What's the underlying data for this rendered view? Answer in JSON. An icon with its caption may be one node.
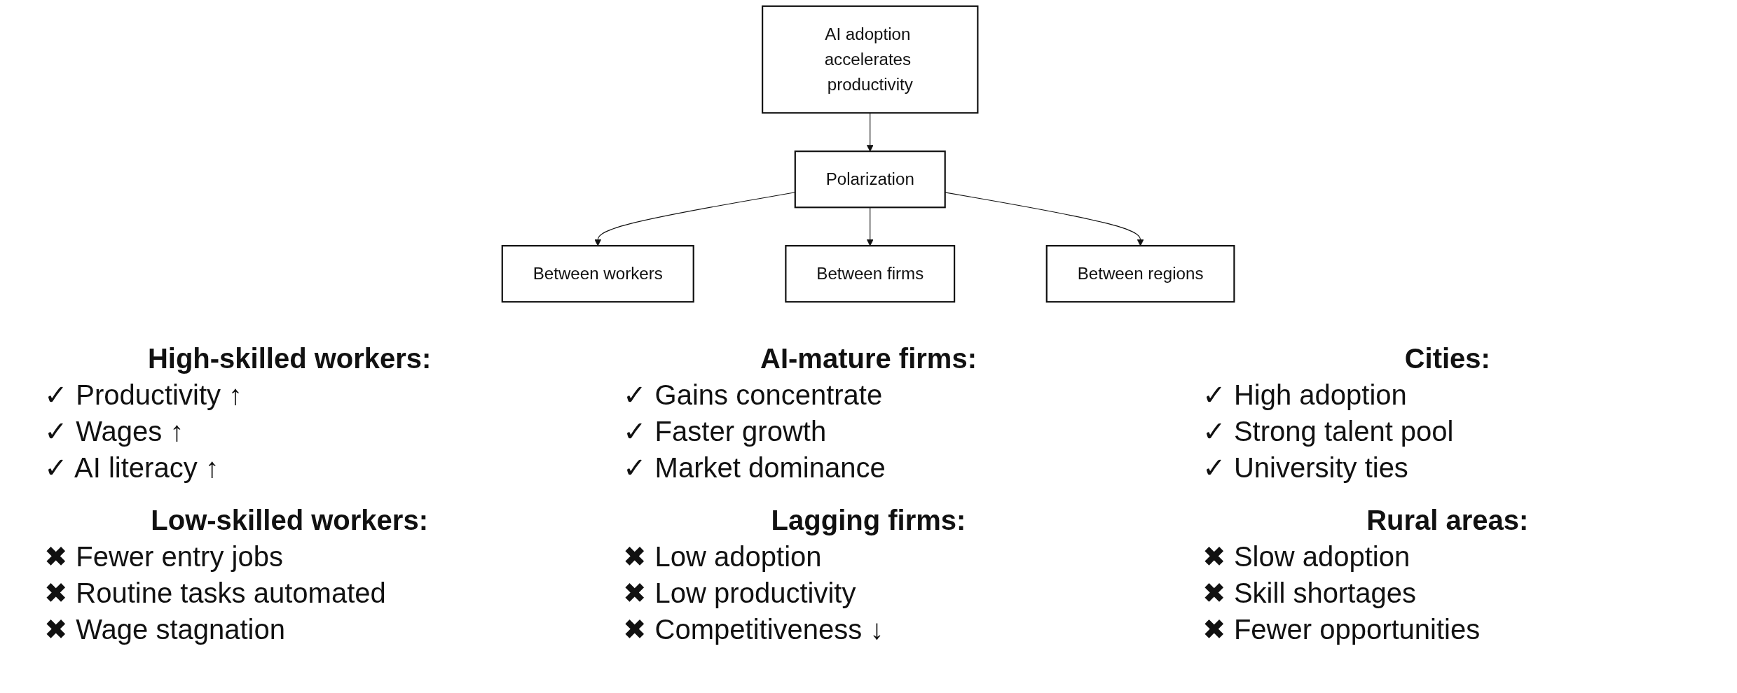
{
  "diagram": {
    "nodes": [
      {
        "text": [
          "AI adoption accelerates productivity"
        ]
      },
      {
        "text": [
          "Polarization"
        ]
      },
      {
        "text": [
          "Between workers"
        ]
      },
      {
        "text": [
          "Between firms"
        ]
      },
      {
        "text": [
          "Between regions"
        ]
      }
    ],
    "edges": [
      {
        "from": 0,
        "to": 1,
        "arrow": "to"
      },
      {
        "from": 1,
        "to": 2,
        "arrow": "to"
      },
      {
        "from": 1,
        "to": 3,
        "arrow": "to"
      },
      {
        "from": 1,
        "to": 4,
        "arrow": "to"
      }
    ],
    "labels": [
      "High-skilled workers:",
      "✓ Productivity ↑",
      "✓ Wages ↑",
      "✓ AI literacy ↑",
      "Low-skilled workers:",
      "✖ Fewer entry jobs",
      "✖ Routine tasks automated",
      "✖ Wage stagnation",
      "AI-mature firms:",
      "✓ Gains concentrate",
      "✓ Faster growth",
      "✓ Market dominance",
      "Lagging firms:",
      "✖ Low adoption",
      "✖ Low productivity",
      "✖ Competitiveness ↓",
      "Cities:",
      "✓ High adoption",
      "✓ Strong talent pool",
      "✓ University ties",
      "Rural areas:",
      "✖ Slow adoption",
      "✖ Skill shortages",
      "✖ Fewer opportunities"
    ]
  }
}
